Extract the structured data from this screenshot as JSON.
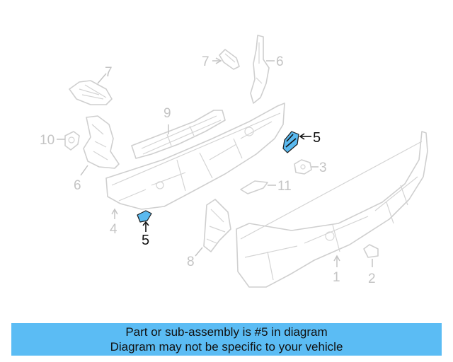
{
  "colors": {
    "banner_background": "#5bbcf4",
    "highlight_part": "#5ab9ef",
    "outline": "#cfcfcf",
    "callout_text_muted": "#c4c4c4",
    "callout_text_highlight": "#111111"
  },
  "diagram": {
    "highlighted_part": "5",
    "callouts": [
      {
        "label": "1"
      },
      {
        "label": "2"
      },
      {
        "label": "3"
      },
      {
        "label": "4"
      },
      {
        "label": "5"
      },
      {
        "label": "5"
      },
      {
        "label": "6"
      },
      {
        "label": "6"
      },
      {
        "label": "7"
      },
      {
        "label": "7"
      },
      {
        "label": "8"
      },
      {
        "label": "9"
      },
      {
        "label": "10"
      },
      {
        "label": "11"
      }
    ]
  },
  "banner": {
    "line1": "Part or sub-assembly is #5 in diagram",
    "line2": "Diagram may not be specific to your vehicle"
  }
}
